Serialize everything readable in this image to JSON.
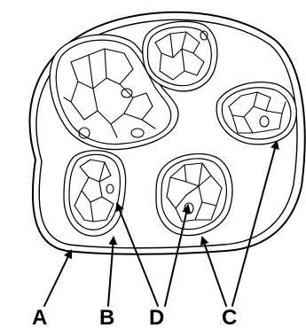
{
  "labels": {
    "a": "A",
    "b": "B",
    "d": "D",
    "c": "C"
  },
  "colors": {
    "line": "#000000",
    "background": "#ffffff"
  }
}
